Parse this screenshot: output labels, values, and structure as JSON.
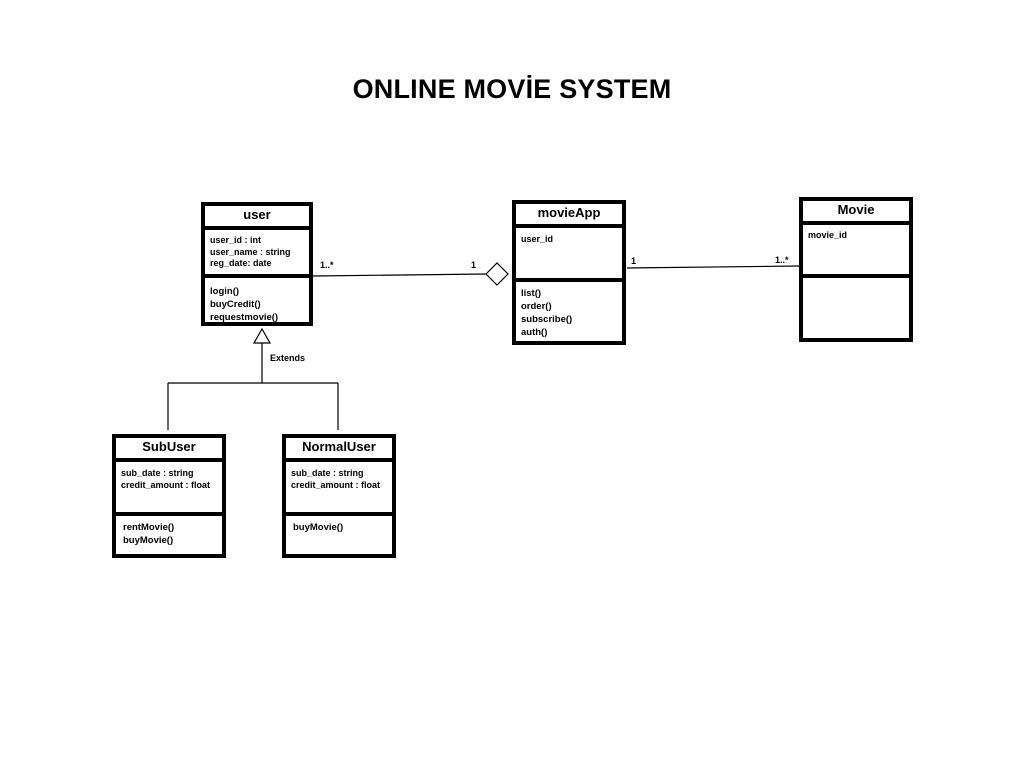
{
  "title": "ONLINE MOVİE SYSTEM",
  "classes": {
    "user": {
      "name": "user",
      "attributes": [
        "user_id : int",
        "user_name : string",
        "reg_date: date"
      ],
      "operations": [
        "login()",
        "buyCredit()",
        "requestmovie()"
      ]
    },
    "movieApp": {
      "name": "movieApp",
      "attributes": [
        "user_id"
      ],
      "operations": [
        "list()",
        "order()",
        "subscribe()",
        "auth()"
      ]
    },
    "movie": {
      "name": "Movie",
      "attributes": [
        "movie_id"
      ],
      "operations": []
    },
    "subUser": {
      "name": "SubUser",
      "attributes": [
        "sub_date : string",
        "credit_amount : float"
      ],
      "operations": [
        "rentMovie()",
        "buyMovie()"
      ]
    },
    "normalUser": {
      "name": "NormalUser",
      "attributes": [
        "sub_date : string",
        "credit_amount : float"
      ],
      "operations": [
        "buyMovie()"
      ]
    }
  },
  "relations": {
    "user_app": {
      "user_multiplicity": "1..*",
      "app_multiplicity": "1",
      "type": "aggregation"
    },
    "app_movie": {
      "app_multiplicity": "1",
      "movie_multiplicity": "1..*",
      "type": "association"
    },
    "inheritance": {
      "label": "Extends"
    }
  }
}
